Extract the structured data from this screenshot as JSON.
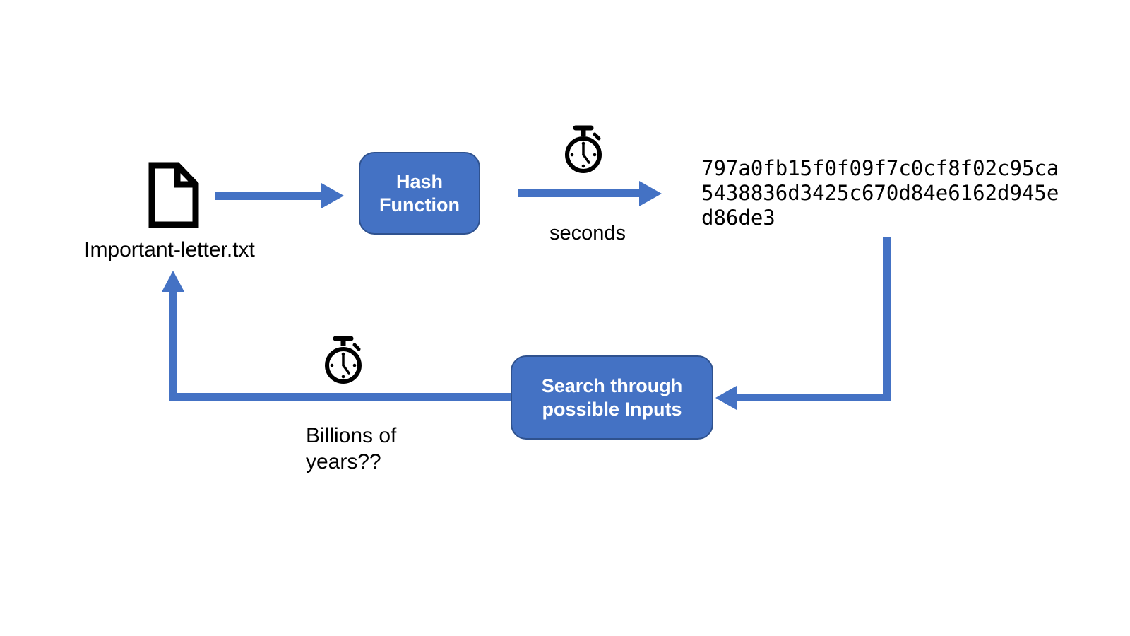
{
  "diagram": {
    "input_file": {
      "icon": "document-icon",
      "label": "Important-letter.txt"
    },
    "hash_function_box": {
      "label": "Hash Function"
    },
    "forward_path": {
      "icon": "stopwatch-icon",
      "time_label": "seconds"
    },
    "hash_output": {
      "lines": [
        "797a0fb15f0f09f7c0cf8f02c95ca",
        "5438836d3425c670d84e6162d945e",
        "d86de3"
      ],
      "full": "797a0fb15f0f09f7c0cf8f02c95ca5438836d3425c670d84e6162d945ed86de3"
    },
    "search_box": {
      "label": "Search through possible Inputs"
    },
    "reverse_path": {
      "icon": "stopwatch-icon",
      "time_label": "Billions of\nyears??"
    },
    "colors": {
      "accent_fill": "#4472C4",
      "accent_border": "#2F528F",
      "arrow": "#4472C4",
      "box_text": "#ffffff",
      "label_text": "#000000",
      "background": "#ffffff"
    }
  }
}
